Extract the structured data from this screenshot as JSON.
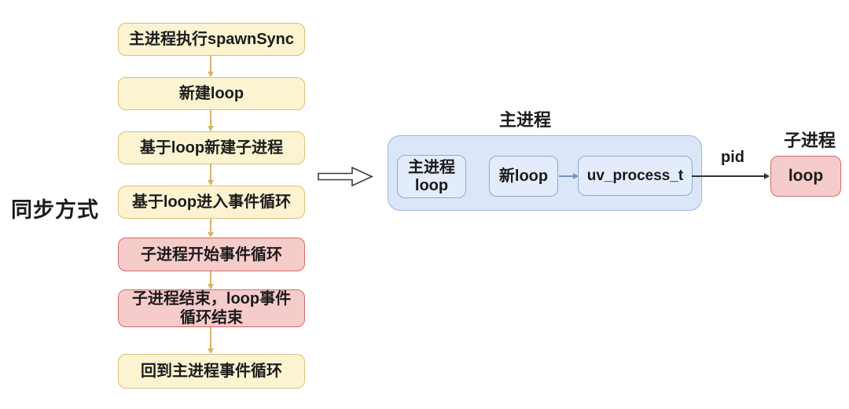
{
  "diagram": {
    "left_label": "同步方式",
    "flow_steps": [
      {
        "label": "主进程执行spawnSync",
        "type": "yellow"
      },
      {
        "label": "新建loop",
        "type": "yellow"
      },
      {
        "label": "基于loop新建子进程",
        "type": "yellow"
      },
      {
        "label": "基于loop进入事件循环",
        "type": "yellow"
      },
      {
        "label": "子进程开始事件循环",
        "type": "pink"
      },
      {
        "label": "子进程结束，loop事件循环结束",
        "type": "pink"
      },
      {
        "label": "回到主进程事件循环",
        "type": "yellow"
      }
    ],
    "main_process": {
      "title": "主进程",
      "box_main_loop_line1": "主进程",
      "box_main_loop_line2": "loop",
      "box_new_loop": "新loop",
      "box_uv_process": "uv_process_t"
    },
    "child_process": {
      "title": "子进程",
      "box_loop": "loop"
    },
    "pid_label": "pid",
    "colors": {
      "yellow_fill": "#FCF3D1",
      "yellow_border": "#DDBE7A",
      "pink_fill": "#F6CCCA",
      "pink_border": "#D5696C",
      "blue_container_fill": "#DBE7F8",
      "blue_container_border": "#9DB4DC",
      "blue_box_fill": "#E2ECFB",
      "blue_box_border": "#8FA9D5",
      "connector_arrow": "#D8B266",
      "blue_arrow": "#7B90BE",
      "pid_arrow": "#333333",
      "text": "#1B1B1B"
    }
  }
}
